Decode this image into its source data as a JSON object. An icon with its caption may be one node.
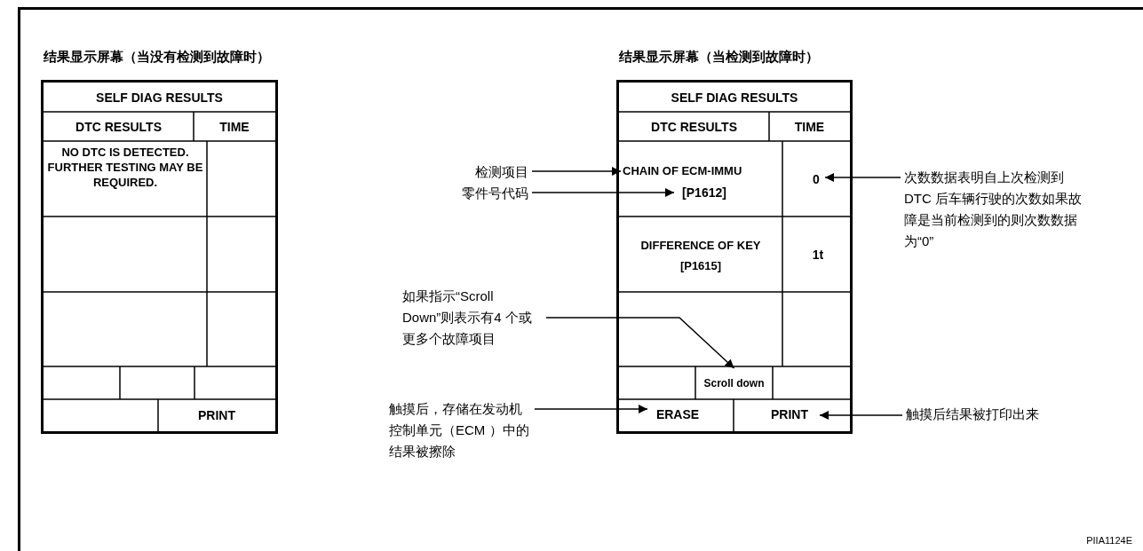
{
  "diagram": {
    "nodes": [
      {
        "text": [
          "结果显示屏幕（当没有检测到故障时）"
        ]
      },
      {
        "text": [
          "SELF DIAG RESULTS"
        ],
        "in": 0
      },
      {
        "text": [
          "DTC RESULTS"
        ],
        "in": 0
      },
      {
        "text": [
          "TIME"
        ],
        "in": 0
      },
      {
        "text": [
          "NO DTC IS DETECTED. FURTHER TESTING MAY BE REQUIRED."
        ],
        "in": 0
      },
      {
        "text": [
          "PRINT"
        ],
        "in": 0
      },
      {
        "text": [
          "结果显示屏幕（当检测到故障时）"
        ]
      },
      {
        "text": [
          "SELF DIAG RESULTS"
        ],
        "in": 6
      },
      {
        "text": [
          "DTC RESULTS"
        ],
        "in": 6
      },
      {
        "text": [
          "TIME"
        ],
        "in": 6
      },
      {
        "text": [
          "检测项目"
        ]
      },
      {
        "text": [
          "CHAIN OF ECM-IMMU"
        ],
        "in": 6
      },
      {
        "text": [
          "0"
        ],
        "in": 6
      },
      {
        "text": [
          "次数数据表明自上次检测到 DTC 后车辆行驶的次数如果故障是当前检测到的则次数数据为“0”"
        ]
      },
      {
        "text": [
          "零件号代码"
        ]
      },
      {
        "text": [
          "[P1612]"
        ],
        "in": 6
      },
      {
        "text": [
          "DIFFERENCE OF KEY [P1615]"
        ],
        "in": 6
      },
      {
        "text": [
          "1t"
        ],
        "in": 6
      },
      {
        "text": [
          "如果指示“Scroll Down”则表示有4 个或更多个故障项目"
        ]
      },
      {
        "text": [
          "Scroll down"
        ],
        "in": 6
      },
      {
        "text": [
          "触摸后，存储在发动机控制单元（ECM ）中的结果被擦除"
        ]
      },
      {
        "text": [
          "ERASE"
        ],
        "in": 6
      },
      {
        "text": [
          "PRINT"
        ],
        "in": 6
      },
      {
        "text": [
          "触摸后结果被打印出来"
        ]
      }
    ],
    "edges": [
      {
        "from": 10,
        "to": 11,
        "arrow": "to"
      },
      {
        "from": 14,
        "to": 15,
        "arrow": "to"
      },
      {
        "from": 13,
        "to": 12,
        "arrow": "to"
      },
      {
        "from": 18,
        "to": 19,
        "arrow": "to"
      },
      {
        "from": 20,
        "to": 21,
        "arrow": "to"
      },
      {
        "from": 23,
        "to": 22,
        "arrow": "to"
      }
    ],
    "labels": [
      "PIIA1124E"
    ]
  }
}
